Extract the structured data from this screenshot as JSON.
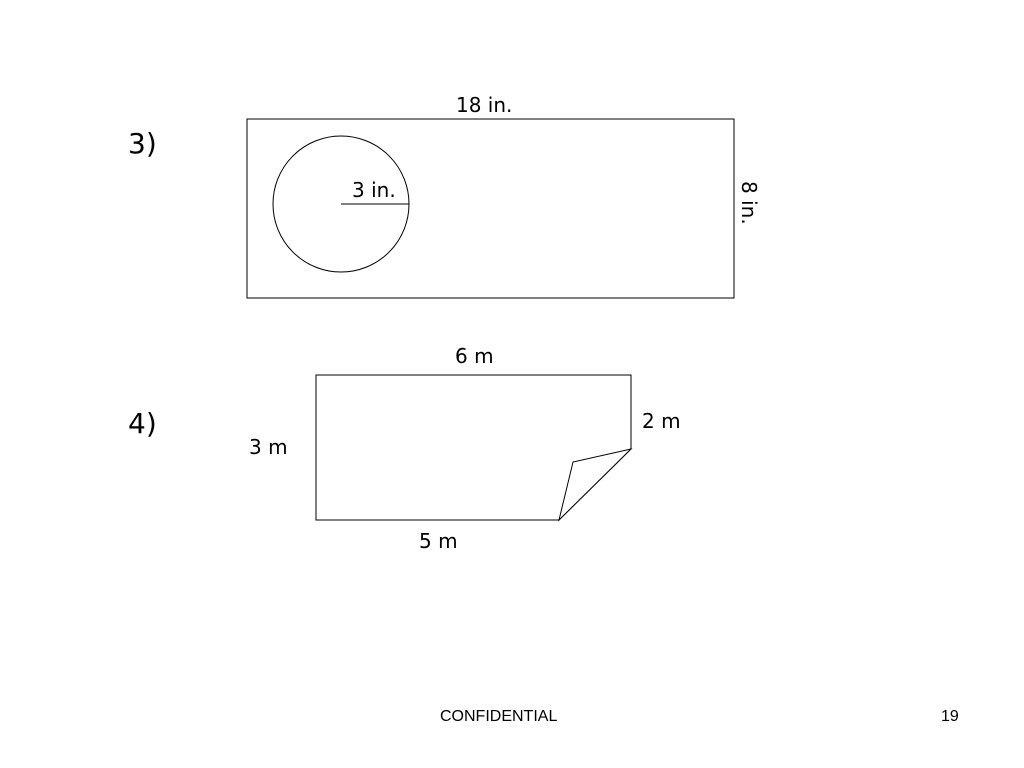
{
  "problems": [
    {
      "number": "3)",
      "labels": {
        "top": "18 in.",
        "right": "8 in.",
        "radius": "3 in."
      }
    },
    {
      "number": "4)",
      "labels": {
        "top": "6 m",
        "left": "3 m",
        "right": "2 m",
        "bottom": "5 m"
      }
    }
  ],
  "footer": {
    "text": "CONFIDENTIAL",
    "page_number": "19"
  }
}
